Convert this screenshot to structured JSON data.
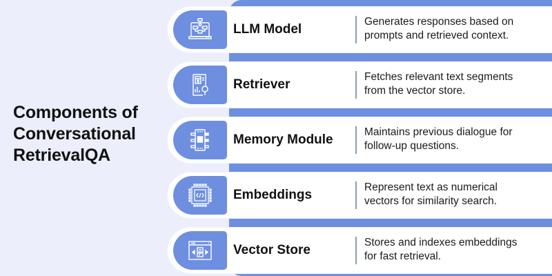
{
  "title": {
    "lines": [
      "Components of",
      "Conversational",
      "RetrievalQA"
    ]
  },
  "colors": {
    "background": "#eceefb",
    "accent": "#6e8fe0",
    "card": "#ffffff",
    "divider": "#8a9bb8",
    "text": "#111111"
  },
  "components": [
    {
      "icon": "laptop-flowchart-icon",
      "name": "LLM Model",
      "description_lines": [
        "Generates responses based on",
        "prompts and retrieved context."
      ]
    },
    {
      "icon": "document-search-icon",
      "name": "Retriever",
      "description_lines": [
        "Fetches relevant text segments",
        "from the vector store."
      ]
    },
    {
      "icon": "memory-chip-icon",
      "name": "Memory Module",
      "description_lines": [
        "Maintains previous dialogue for",
        "follow-up questions."
      ]
    },
    {
      "icon": "code-chip-icon",
      "name": "Embeddings",
      "description_lines": [
        "Represent text as numerical",
        "vectors for similarity search."
      ]
    },
    {
      "icon": "browser-storage-icon",
      "name": "Vector Store",
      "description_lines": [
        "Stores and indexes embeddings",
        "for fast retrieval."
      ]
    }
  ]
}
